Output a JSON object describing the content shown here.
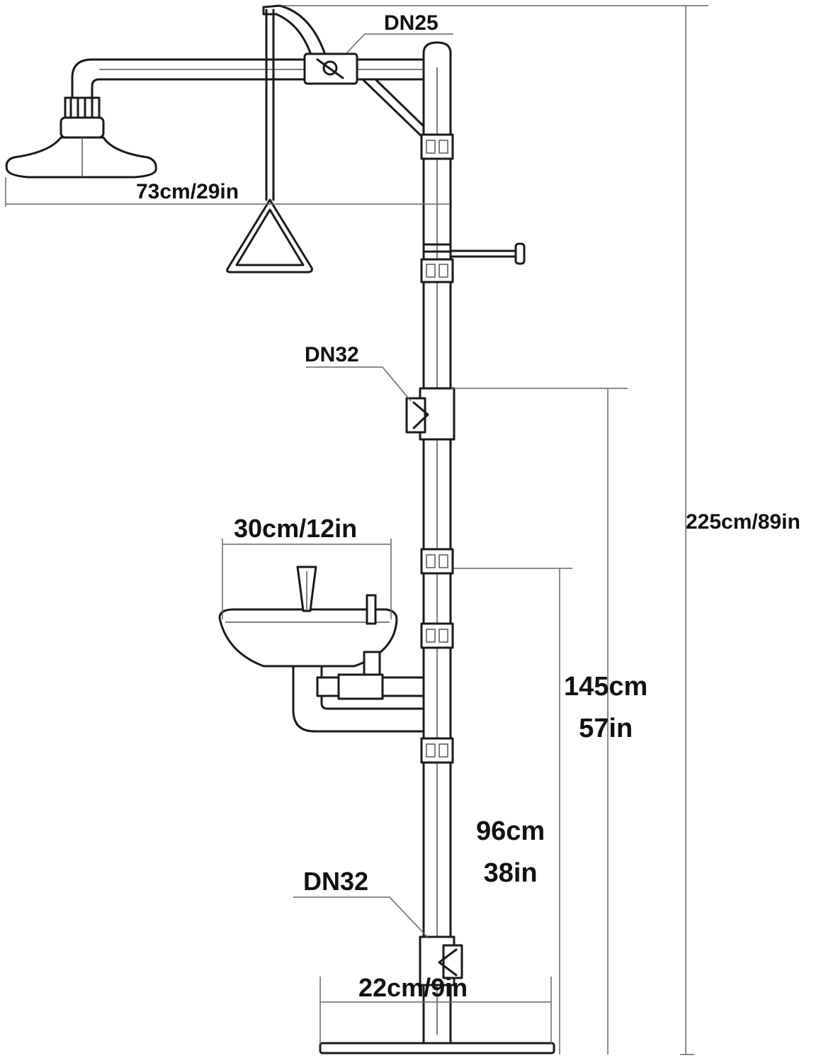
{
  "labels": {
    "dn25": "DN25",
    "dn32_upper": "DN32",
    "dn32_lower": "DN32",
    "width_shower": "73cm/29in",
    "width_basin": "30cm/12in",
    "width_base": "22cm/9in",
    "height_total": "225cm/89in",
    "height_valve": {
      "cm": "145cm",
      "inch": "57in"
    },
    "height_basin": {
      "cm": "96cm",
      "inch": "38in"
    }
  }
}
